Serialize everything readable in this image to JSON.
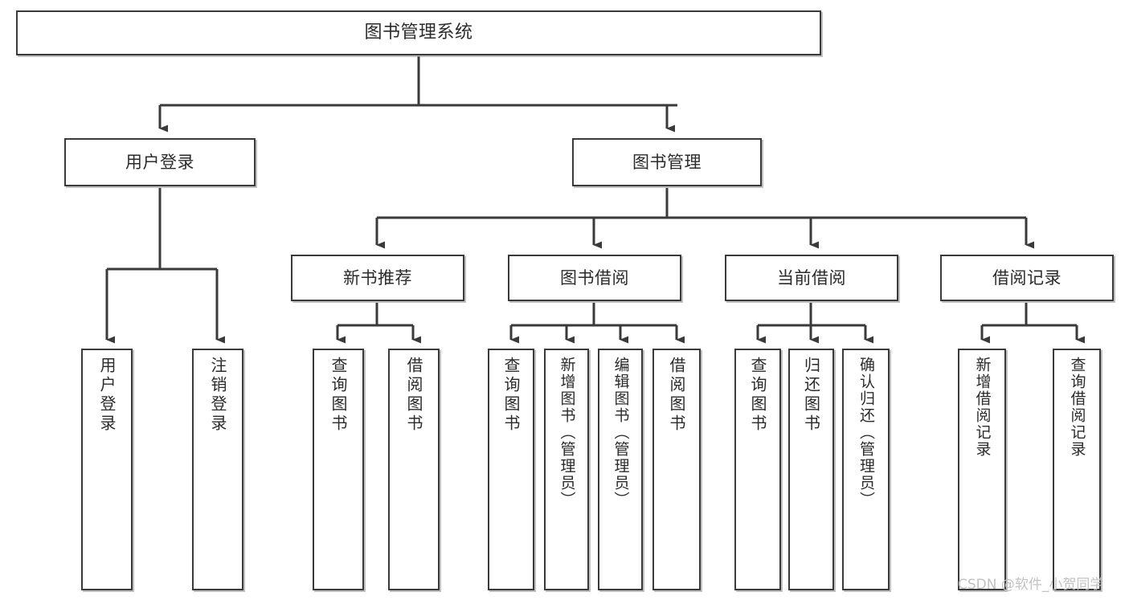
{
  "diagram": {
    "title": "图书管理系统",
    "type": "hierarchy-tree",
    "background_color": "#ffffff",
    "line_color": "#3a3a3a",
    "box_border_color": "#3a3a3a",
    "text_color": "#2b2b2b"
  },
  "nodes": {
    "root": {
      "label": "图书管理系统"
    },
    "level2": [
      {
        "id": "user-login",
        "label": "用户登录"
      },
      {
        "id": "book-manage",
        "label": "图书管理"
      }
    ],
    "level3": [
      {
        "id": "new-book-recommend",
        "label": "新书推荐"
      },
      {
        "id": "book-borrow",
        "label": "图书借阅"
      },
      {
        "id": "current-borrow",
        "label": "当前借阅"
      },
      {
        "id": "borrow-record",
        "label": "借阅记录"
      }
    ],
    "leaves": {
      "user_login": [
        {
          "id": "leaf-user-login",
          "label": "用户登录"
        },
        {
          "id": "leaf-logout-login",
          "label": "注销登录"
        }
      ],
      "new_book_recommend": [
        {
          "id": "leaf-query-book-1",
          "label": "查询图书"
        },
        {
          "id": "leaf-borrow-book-1",
          "label": "借阅图书"
        }
      ],
      "book_borrow": [
        {
          "id": "leaf-query-book-2",
          "label": "查询图书"
        },
        {
          "id": "leaf-add-book",
          "label": "新增图书（管理员）"
        },
        {
          "id": "leaf-edit-book",
          "label": "编辑图书（管理员）"
        },
        {
          "id": "leaf-borrow-book-2",
          "label": "借阅图书"
        }
      ],
      "current_borrow": [
        {
          "id": "leaf-query-book-3",
          "label": "查询图书"
        },
        {
          "id": "leaf-return-book",
          "label": "归还图书"
        },
        {
          "id": "leaf-confirm-return",
          "label": "确认归还（管理员）"
        }
      ],
      "borrow_record": [
        {
          "id": "leaf-add-record",
          "label": "新增借阅记录"
        },
        {
          "id": "leaf-query-record",
          "label": "查询借阅记录"
        }
      ]
    }
  },
  "watermark": {
    "text": "CSDN @软件_小贺同学"
  }
}
